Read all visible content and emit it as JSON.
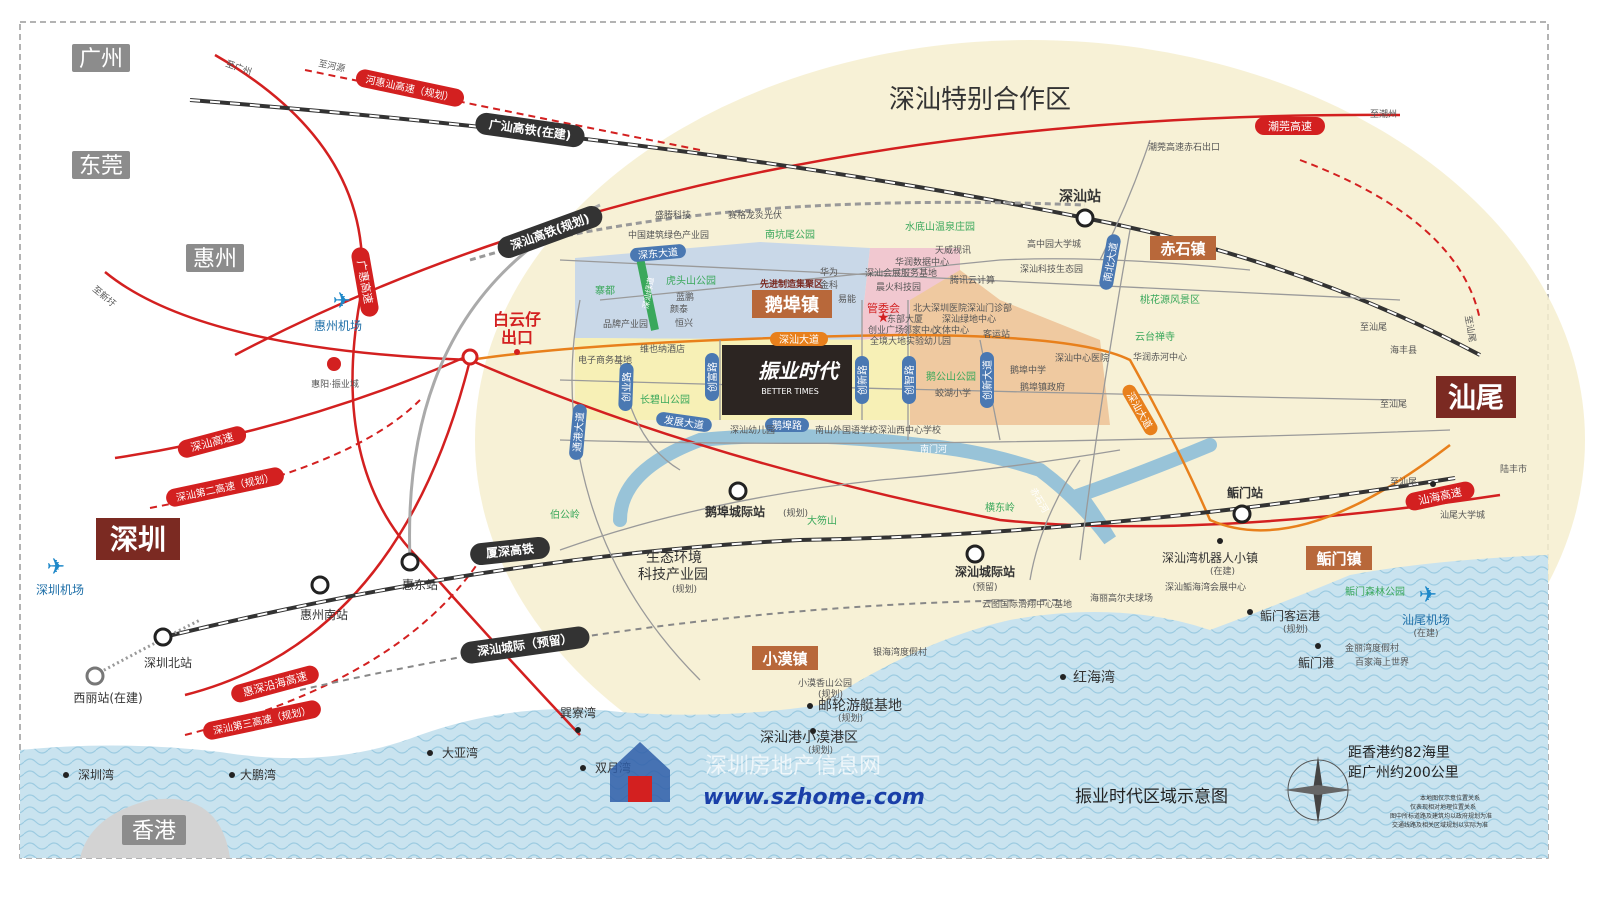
{
  "colors": {
    "frame": "#9a9a9a",
    "zone": "#f6efcf",
    "sea": "#bcdcec",
    "road_red": "#d32020",
    "road_orange": "#e8801c",
    "rail_dark": "#333333",
    "town_box": "#b8683a",
    "city_box": "#8c8c8c",
    "brand_box": "#2c2522",
    "water": "#7fb8d8",
    "green_text": "#3aa85b"
  },
  "title": "深汕特别合作区",
  "map_caption": "振业时代区域示意图",
  "distance": [
    "距香港约82海里",
    "距广州约200公里"
  ],
  "disclaimer": [
    "本地图仅示意位置关系",
    "仅表现相对地理位置关系",
    "图中所标道路及建筑均以政府规划为准",
    "交通线路及相关区域规划以实际为准"
  ],
  "watermark": {
    "cn": "深圳房地产信息网",
    "url": "www.szhome.com"
  },
  "cities": {
    "guangzhou": "广州",
    "dongguan": "东莞",
    "huizhou": "惠州",
    "shenzhen": "深圳",
    "shanwei": "汕尾",
    "hongkong": "香港"
  },
  "towns": {
    "ebu": "鹅埠镇",
    "chishi": "赤石镇",
    "xiaomo": "小漠镇",
    "baomen": "鲘门镇"
  },
  "project": {
    "name": "振业时代",
    "en": "BETTER TIMES"
  },
  "exit": "白云仔\n出口",
  "highways": {
    "guangshan_rail": "广汕高铁(在建)",
    "shenshan_rail": "深汕高铁(规划)",
    "xiashen_rail": "厦深高铁",
    "intercity": "深汕城际（预留）",
    "heihui": "河惠汕高速（规划）",
    "chaohui": "潮莞高速",
    "shenshan_hw": "深汕高速",
    "shenshan2": "深汕第二高速（规划）",
    "huishen": "惠深沿海高速",
    "shenshan3": "深汕第三高速（规划）",
    "guanghui": "广惠高速",
    "yanhai": "汕海高速"
  },
  "stations": {
    "shenshan": "深汕站",
    "ebu_intercity": "鹅埠城际站",
    "ebu_plan": "(规划)",
    "shenshan_intercity": "深汕城际站",
    "shenshan_plan": "(预留)",
    "baomen": "鲘门站",
    "huidong": "惠东站",
    "huizhou_south": "惠州南站",
    "shenzhen_north": "深圳北站",
    "xili": "西丽站(在建)"
  },
  "airports": {
    "huizhou": "惠州机场",
    "shenzhen": "深圳机场",
    "shanwei": "汕尾机场",
    "shanwei_note": "(在建)"
  },
  "roads": {
    "shenshan_avenue": "深汕大道",
    "shendong_avenue": "深东大道",
    "ebu_road": "鹅埠路",
    "fazhan_avenue": "发展大道",
    "nanmen_river": "南门河",
    "chuangye": "创业路",
    "chuangfu": "创富路",
    "chuangxin": "创新路",
    "chuangzhi": "创智路",
    "chuangxin_avenue": "创新大道",
    "jiangang": "通港大道",
    "nanbei": "南北大道",
    "xiaoxiao": "深汕大道",
    "chitu": "赤石河",
    "green_road": "深汕绿道"
  },
  "pois": {
    "shengteng": "盛腾科技",
    "zhonghuan": "中国建筑绿色产业园",
    "saige": "赛格龙炎光伏",
    "nanken": "南坑尾公园",
    "shuidishan": "水底山温泉庄园",
    "tianwei": "天威视讯",
    "gaozhong": "高中园大学城",
    "chaohui_exit": "潮莞高速赤石出口",
    "tencent_cloud": "腾讯云计算",
    "science_park": "深汕科技生态园",
    "taohuayuan": "桃花源风景区",
    "yuntai": "云台禅寺",
    "chihe": "华润赤河中心",
    "zhaidu": "寨都",
    "hutou": "虎头山公园",
    "lanpeng": "蓝鹏",
    "yantai": "颜泰",
    "hengguang": "恒兴",
    "pinli": "品牌产业园",
    "weishi": "维也纳酒店",
    "dianzi": "电子商务基地",
    "zhifu": "长碧山公园",
    "xianjin": "先进制造集聚区",
    "huawei": "华为",
    "jinke": "金科",
    "yimeng": "易能",
    "huarun_data": "华润数据中心",
    "fuwu": "深汕会展服务基地",
    "huihuo": "晨火科技园",
    "guanweihui": "管委会",
    "dongbu": "东部大厦",
    "chuangye_square": "创业广场",
    "linjia": "邻家中心",
    "peking_hosp": "北大深圳医院深汕门诊部",
    "lvdi": "深汕绿地中心",
    "wenti": "文体中心",
    "keyun": "客运站",
    "kindergarten": "全境大地实验幼儿园",
    "xiaoyun": "鹅公山公园",
    "jiaohu": "蛟湖小学",
    "ebu_middle": "鹅埠中学",
    "ebu_gov": "鹅埠镇政府",
    "central_hosp": "深汕中心医院",
    "deep_kinder": "深汕幼儿园",
    "nanshan_school": "南山外国语学校深汕西中心学校",
    "bogongling": "伯公岭",
    "dayoushan": "大笏山",
    "hengdongling": "横东岭",
    "ecology": "生态环境\n科技产业园",
    "ecology_plan": "(规划)",
    "robot_town": "深汕湾机器人小镇",
    "robot_plan": "(在建)",
    "haiwan_center": "深汕鲘海湾会展中心",
    "golf": "海丽高尔夫球场",
    "yunyuan": "云图国际滑翔中心基地",
    "yinhaiwan": "银海湾度假村",
    "honghaiwan": "红海湾",
    "xiaomo_park": "小漠香山公园",
    "xiaomo_park_plan": "(规划)",
    "cruise": "邮轮游艇基地",
    "cruise_plan": "(规划)",
    "port": "深汕港小漠港区",
    "port_plan": "(规划)",
    "baomen_port": "鲘门客运港",
    "baomen_port_plan": "(规划)",
    "baomen_harbor": "鲘门港",
    "baomen_forest": "鲘门森林公园",
    "jinliwan": "金丽湾度假村",
    "shiyou": "百家海上世界",
    "luhe": "陆丰市",
    "shanwei_uni": "汕尾大学城",
    "haifeng": "海丰县",
    "xunliao": "巽寮湾",
    "shuangyue": "双月湾",
    "daya": "大亚湾",
    "dapeng": "大鹏湾",
    "shenzhenwan": "深圳湾",
    "huiyang": "惠阳·振业城"
  },
  "dir_labels": {
    "to_guangzhou": "至广州",
    "to_heyuan": "至河源",
    "to_chaozhou": "至潮州",
    "to_shanwei1": "至汕尾",
    "to_shanwei2": "至汕尾",
    "to_shanwei3": "至汕尾",
    "to_shantou": "至汕尾",
    "to_xinhe": "至新圩"
  }
}
